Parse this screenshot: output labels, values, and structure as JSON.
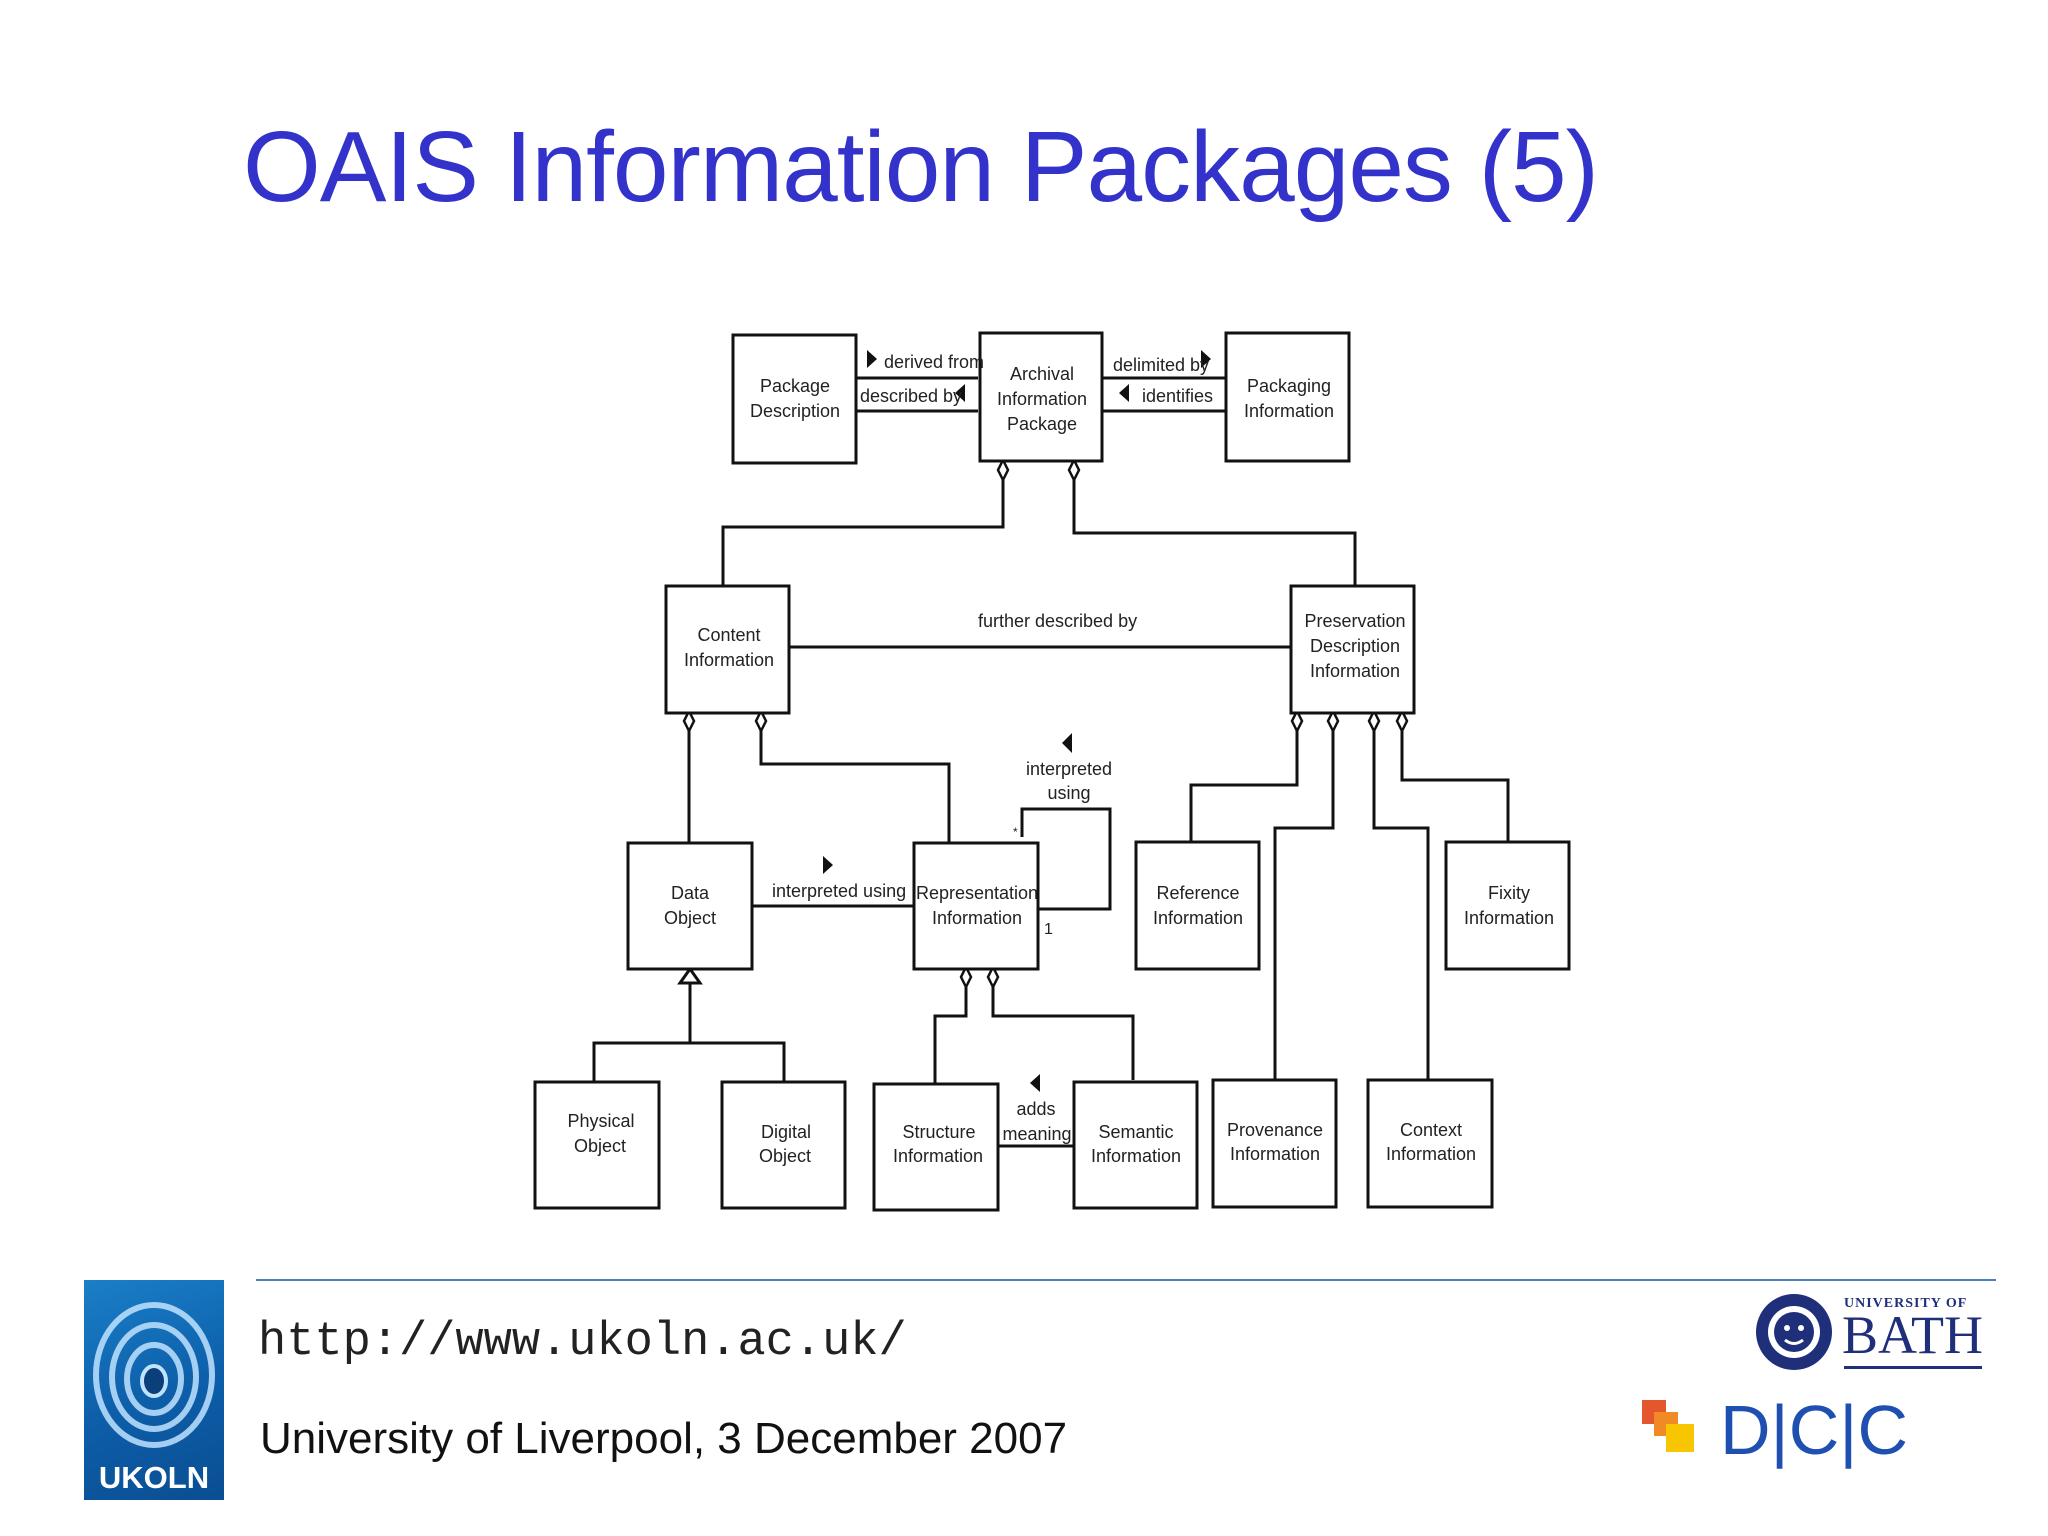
{
  "slide": {
    "title": "OAIS Information Packages (5)",
    "url": "http://www.ukoln.ac.uk/",
    "footer_text": "University of Liverpool, 3 December 2007",
    "title_color": "#3333cc"
  },
  "diagram": {
    "boxes": {
      "package_description": [
        "Package",
        "Description"
      ],
      "aip": [
        "Archival",
        "Information",
        "Package"
      ],
      "packaging_information": [
        "Packaging",
        "Information"
      ],
      "content_information": [
        "Content",
        "Information"
      ],
      "pdi": [
        "Preservation",
        "Description",
        "Information"
      ],
      "data_object": [
        "Data",
        "Object"
      ],
      "representation_information": [
        "Representation",
        "Information"
      ],
      "reference_information": [
        "Reference",
        "Information"
      ],
      "fixity_information": [
        "Fixity",
        "Information"
      ],
      "physical_object": [
        "Physical",
        "Object"
      ],
      "digital_object": [
        "Digital",
        "Object"
      ],
      "structure_information": [
        "Structure",
        "Information"
      ],
      "semantic_information": [
        "Semantic",
        "Information"
      ],
      "provenance_information": [
        "Provenance",
        "Information"
      ],
      "context_information": [
        "Context",
        "Information"
      ]
    },
    "labels": {
      "derived_from": "derived from",
      "described_by": "described by",
      "delimited_by": "delimited by",
      "identifies": "identifies",
      "further_described_by": "further described by",
      "interpreted_using_right_1": "interpreted",
      "interpreted_using_right_2": "using",
      "interpreted_using": "interpreted using",
      "multiplicity_many": "*",
      "multiplicity_one": "1",
      "adds": "adds",
      "meaning": "meaning"
    }
  },
  "logos": {
    "ukoln": "UKOLN",
    "bath_small": "UNIVERSITY OF",
    "bath_big": "BATH",
    "dcc": "D|C|C"
  }
}
